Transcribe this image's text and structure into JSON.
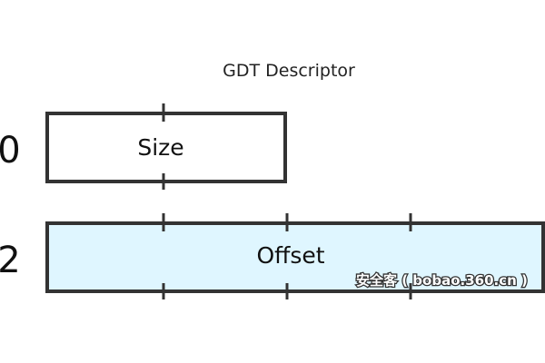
{
  "diagram": {
    "title": "GDT Descriptor",
    "rows": [
      {
        "offset_label": "0",
        "field": {
          "label": "Size",
          "fill": "#ffffff"
        }
      },
      {
        "offset_label": "2",
        "field": {
          "label": "Offset",
          "fill": "#dff6ff"
        }
      }
    ],
    "colors": {
      "border": "#333333",
      "light_blue_fill": "#dff6ff"
    }
  },
  "watermark": {
    "text": "安全客 ( bobao.360.cn )"
  }
}
